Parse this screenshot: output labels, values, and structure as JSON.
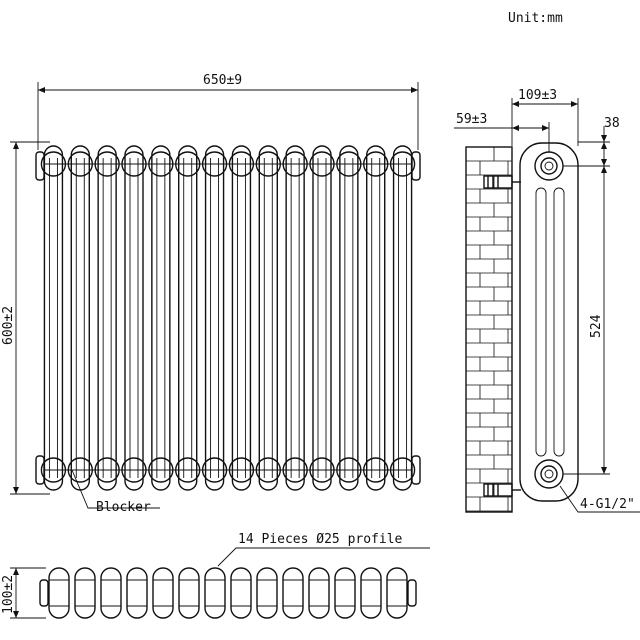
{
  "units_label": "Unit:mm",
  "front_view": {
    "width_label": "650±9",
    "height_label": "600±2",
    "blocker_label": "Blocker",
    "column_count": 14
  },
  "side_view": {
    "depth_label": "109±3",
    "wall_gap_label": "59±3",
    "pipe_offset_label": "38",
    "centres_label": "524",
    "connections_label": "4-G1/2\""
  },
  "plan_view": {
    "profile_label": "14 Pieces Ø25 profile",
    "depth_label": "100±2"
  }
}
